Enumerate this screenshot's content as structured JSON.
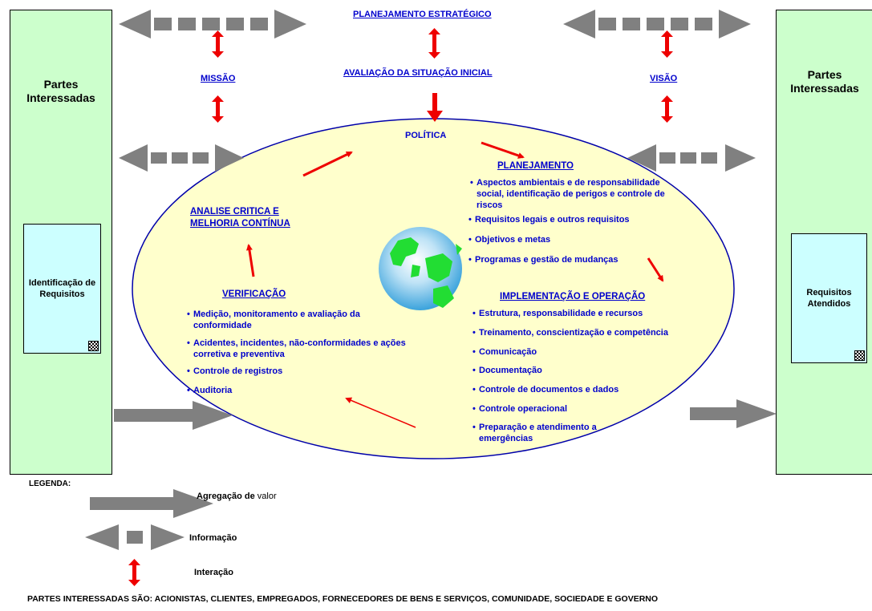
{
  "stakeholders_left": {
    "title": "Partes Interessadas",
    "box": "Identificação de Requisitos"
  },
  "stakeholders_right": {
    "title": "Partes Interessadas",
    "box": "Requisitos Atendidos"
  },
  "top": {
    "planejamento_estrategico": "PLANEJAMENTO ESTRATÉGICO",
    "avaliacao": "AVALIAÇÃO DA SITUAÇÃO INICIAL",
    "missao": "MISSÃO",
    "visao": "VISÃO"
  },
  "cycle": {
    "politica": "POLÍTICA",
    "planejamento": {
      "title": "PLANEJAMENTO",
      "items": [
        "Aspectos ambientais e de responsabilidade social, identificação de perigos e controle de riscos",
        "Requisitos legais e outros requisitos",
        "Objetivos e metas",
        "Programas e gestão de mudanças"
      ]
    },
    "implementacao": {
      "title": "IMPLEMENTAÇÃO E OPERAÇÃO",
      "items": [
        "Estrutura, responsabilidade e recursos",
        "Treinamento, conscientização e competência",
        "Comunicação",
        "Documentação",
        "Controle de documentos e dados",
        "Controle operacional",
        "Preparação e atendimento a emergências"
      ]
    },
    "verificacao": {
      "title": "VERIFICAÇÃO",
      "items": [
        "Medição, monitoramento e avaliação da conformidade",
        "Acidentes, incidentes, não-conformidades e ações corretiva e preventiva",
        "Controle de registros",
        "Auditoria"
      ]
    },
    "analise": "ANALISE CRITICA E MELHORIA CONTÍNUA"
  },
  "legend": {
    "title": "LEGENDA:",
    "agregacao_bold": "Agregação de",
    "agregacao_rest": " valor",
    "informacao": "Informação",
    "interacao": "Interação"
  },
  "footer": "PARTES INTERESSADAS SÃO: ACIONISTAS, CLIENTES, EMPREGADOS, FORNECEDORES DE BENS E SERVIÇOS, COMUNIDADE, SOCIEDADE E GOVERNO",
  "colors": {
    "heading": "#0000cc",
    "arrow_red": "#ee0000",
    "arrow_gray": "#808080",
    "ellipse": "#ffffcc",
    "side": "#ccffcc",
    "reqbox": "#ccffff"
  }
}
